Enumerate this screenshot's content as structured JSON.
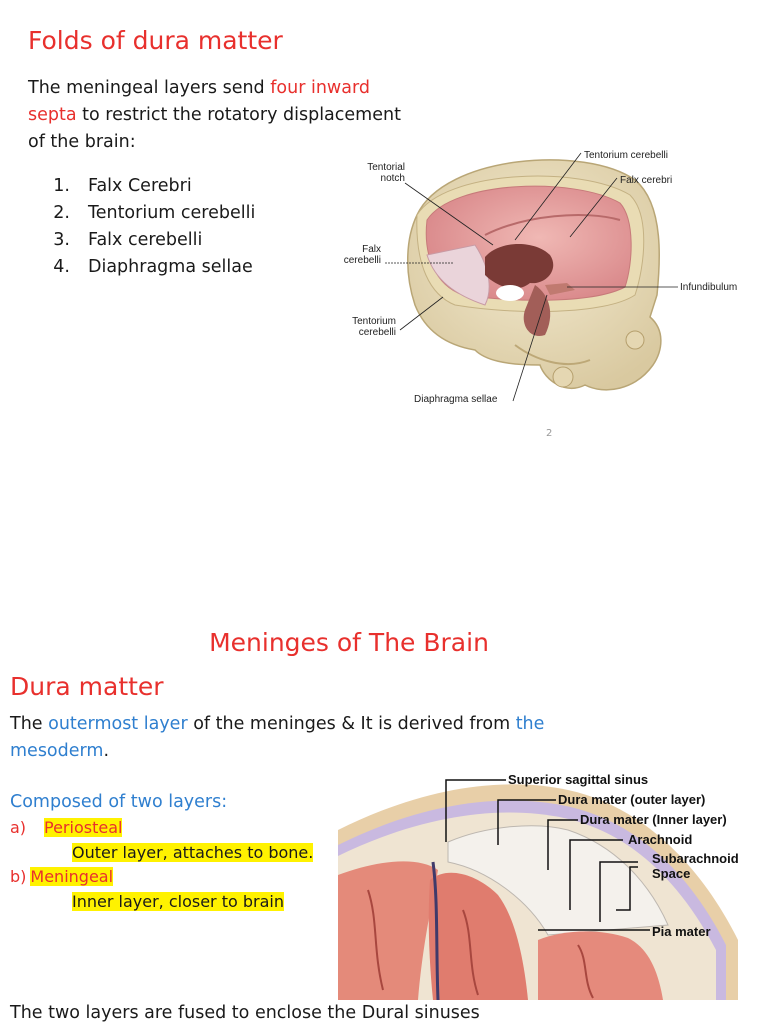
{
  "slide1": {
    "title": "Folds of dura matter",
    "intro_part1": "The meningeal layers send ",
    "intro_highlight_a": "four inward",
    "intro_highlight_b": "septa",
    "intro_part2": " to restrict the rotatory displacement",
    "intro_part3": "of the brain:",
    "list": [
      {
        "num": "1.",
        "text": "Falx Cerebri"
      },
      {
        "num": "2.",
        "text": "Tentorium cerebelli"
      },
      {
        "num": "3.",
        "text": "Falx cerebelli"
      },
      {
        "num": "4.",
        "text": "Diaphragma sellae"
      }
    ],
    "figure_labels": {
      "tentorial_notch_1": "Tentorial",
      "tentorial_notch_2": "notch",
      "tentorium_cerebelli_top": "Tentorium cerebelli",
      "falx_cerebri": "Falx cerebri",
      "falx_cerebelli_1": "Falx",
      "falx_cerebelli_2": "cerebelli",
      "infundibulum": "Infundibulum",
      "tentorium_cerebelli_left_1": "Tentorium",
      "tentorium_cerebelli_left_2": "cerebelli",
      "diaphragma_sellae": "Diaphragma sellae"
    },
    "page_number": "2"
  },
  "slide2": {
    "title": "Meninges of The Brain",
    "subtitle": "Dura matter",
    "desc_part1": "The ",
    "desc_blue1": "outermost layer",
    "desc_part2": " of the meninges & It is derived from ",
    "desc_blue2": "the",
    "desc_blue3": "mesoderm",
    "desc_end": ".",
    "composed": "Composed of two layers:",
    "layer_a_marker": "a)",
    "layer_a_name": "Periosteal",
    "layer_a_desc": "Outer layer, attaches to bone.",
    "layer_b_marker": "b)",
    "layer_b_name": "Meningeal",
    "layer_b_desc": "Inner layer, closer to brain",
    "figure_labels": {
      "superior_sagittal_sinus": "Superior sagittal sinus",
      "dura_outer": "Dura mater (outer layer)",
      "dura_inner": "Dura mater (Inner layer)",
      "arachnoid": "Arachnoid",
      "subarachnoid_1": "Subarachnoid",
      "subarachnoid_2": "Space",
      "pia_mater": "Pia mater"
    },
    "footer": "The two layers are fused to enclose the Dural sinuses"
  }
}
